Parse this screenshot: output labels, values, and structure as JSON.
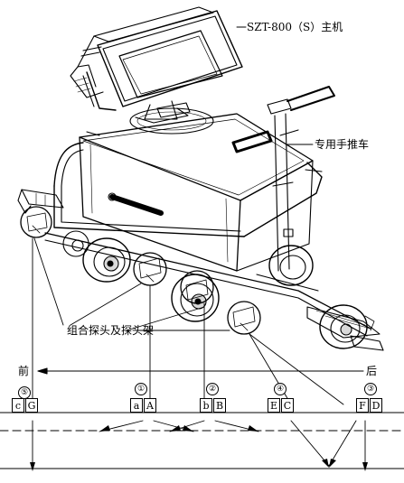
{
  "labels": {
    "host": "SZT-800（S）主机",
    "cart": "专用手推车",
    "probes": "组合探头及探头架",
    "front": "前",
    "back": "后"
  },
  "groups": [
    {
      "num": "⑤",
      "boxes": [
        "c",
        "G"
      ]
    },
    {
      "num": "①",
      "boxes": [
        "a",
        "A"
      ]
    },
    {
      "num": "②",
      "boxes": [
        "b",
        "B"
      ]
    },
    {
      "num": "④",
      "boxes": [
        "E",
        "C"
      ]
    },
    {
      "num": "③",
      "boxes": [
        "F",
        "D"
      ]
    }
  ]
}
